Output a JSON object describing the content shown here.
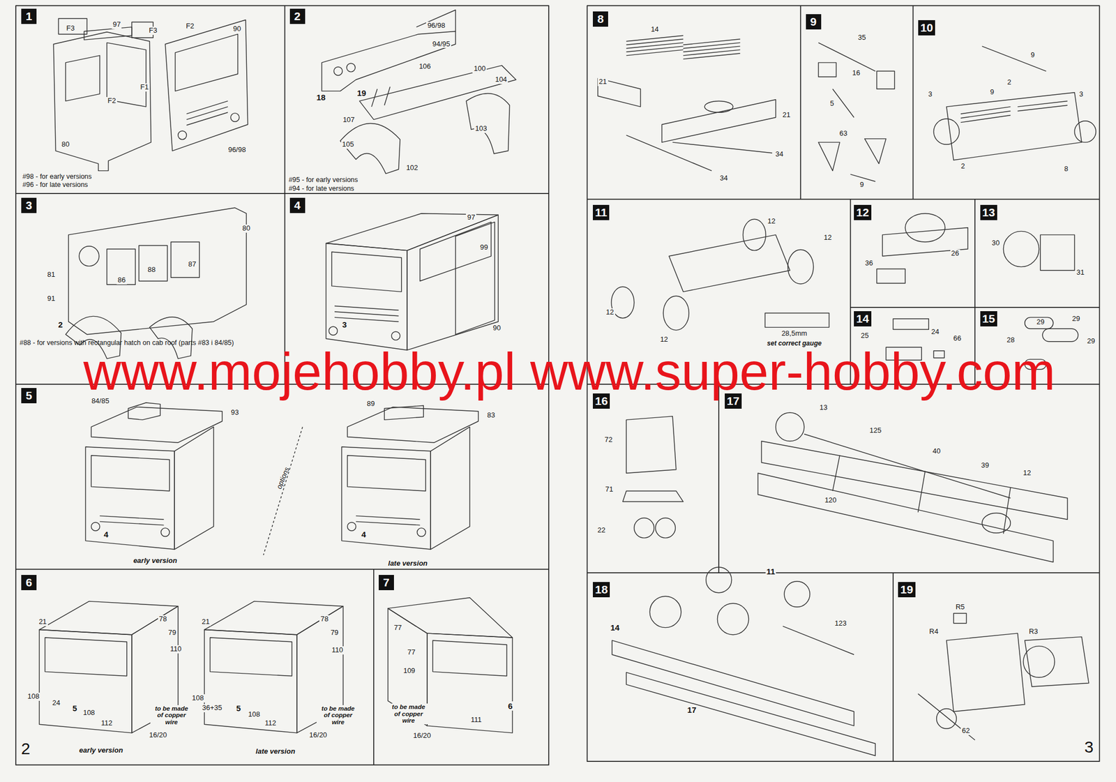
{
  "diagram": {
    "nodes": [
      {
        "text": [
          "1"
        ]
      },
      {
        "text": [
          "2"
        ]
      },
      {
        "text": [
          "3"
        ]
      },
      {
        "text": [
          "4"
        ]
      },
      {
        "text": [
          "5"
        ]
      },
      {
        "text": [
          "6"
        ]
      },
      {
        "text": [
          "7"
        ]
      },
      {
        "text": [
          "8"
        ]
      },
      {
        "text": [
          "9"
        ]
      },
      {
        "text": [
          "10"
        ]
      },
      {
        "text": [
          "11"
        ]
      },
      {
        "text": [
          "12"
        ]
      },
      {
        "text": [
          "13"
        ]
      },
      {
        "text": [
          "14"
        ]
      },
      {
        "text": [
          "15"
        ]
      },
      {
        "text": [
          "16"
        ]
      },
      {
        "text": [
          "17"
        ]
      },
      {
        "text": [
          "18"
        ]
      },
      {
        "text": [
          "19"
        ]
      }
    ],
    "labels": [
      "F3",
      "97",
      "F3",
      "F2",
      "90",
      "F2",
      "F1",
      "80",
      "96/98",
      "#98 - for early versions",
      "#96 - for late versions",
      "96/98",
      "94/95",
      "106",
      "100",
      "104",
      "18",
      "19",
      "107",
      "105",
      "103",
      "102",
      "#95 - for early versions",
      "#94 - for late versions",
      "80",
      "81",
      "86",
      "88",
      "87",
      "91",
      "2",
      "#88 - for versions with rectangular hatch on cab roof (parts #83 i 84/85)",
      "97",
      "99",
      "3",
      "90",
      "84/85",
      "93",
      "89",
      "83",
      "options",
      "4",
      "4",
      "early version",
      "late version",
      "21",
      "78",
      "79",
      "110",
      "108",
      "24",
      "5",
      "108",
      "112",
      "to be made of copper wire",
      "16/20",
      "early version",
      "21",
      "78",
      "79",
      "110",
      "108",
      "36+35",
      "5",
      "108",
      "112",
      "to be made of copper wire",
      "16/20",
      "late version",
      "77",
      "77",
      "109",
      "to be made of copper wire",
      "16/20",
      "111",
      "6",
      "2",
      "14",
      "21",
      "21",
      "34",
      "34",
      "35",
      "16",
      "5",
      "63",
      "9",
      "9",
      "3",
      "9",
      "2",
      "3",
      "2",
      "8",
      "12",
      "12",
      "12",
      "12",
      "28,5mm",
      "set correct gauge",
      "26",
      "36",
      "30",
      "31",
      "24",
      "25",
      "66",
      "29",
      "29",
      "28",
      "29",
      "72",
      "71",
      "22",
      "13",
      "125",
      "40",
      "39",
      "12",
      "120",
      "11",
      "14",
      "123",
      "17",
      "R5",
      "R4",
      "R3",
      "62",
      "3",
      "www.mojehobby.pl www.super-hobby.com"
    ]
  }
}
